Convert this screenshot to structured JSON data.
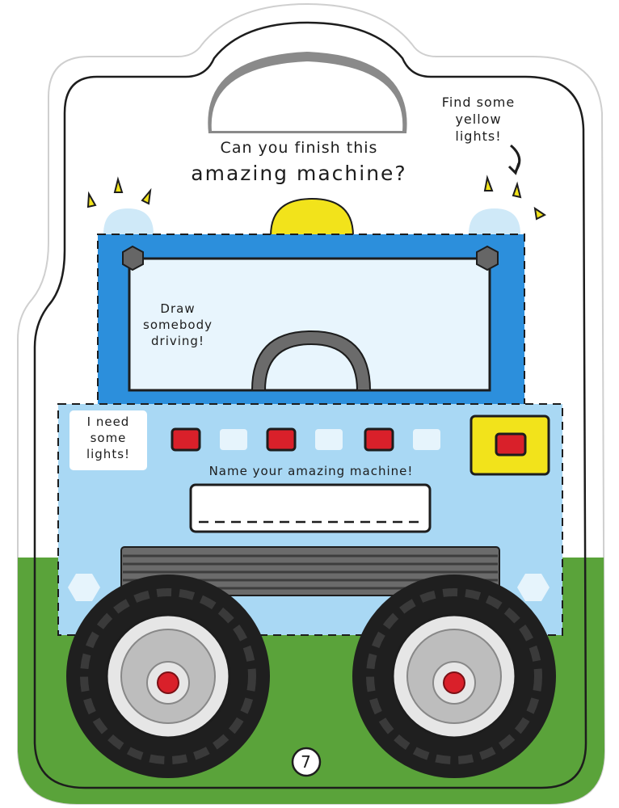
{
  "page": {
    "question_line1": "Can you finish this",
    "question_line2": "amazing machine?",
    "yellow_lights_note": [
      "Find some",
      "yellow",
      "lights!"
    ],
    "draw_note": [
      "Draw",
      "somebody",
      "driving!"
    ],
    "lights_note": [
      "I need",
      "some",
      "lights!"
    ],
    "name_label": "Name your amazing machine!",
    "page_number": "7"
  },
  "colors": {
    "cab_blue": "#2c8fdc",
    "body_light_blue": "#a9d8f4",
    "window_fill": "#e8f5fd",
    "grass_green": "#5aa33a",
    "yellow": "#f2e31b",
    "red_light": "#d9202a",
    "tyre": "#1f1f1f",
    "grille": "#6b6b6b"
  }
}
